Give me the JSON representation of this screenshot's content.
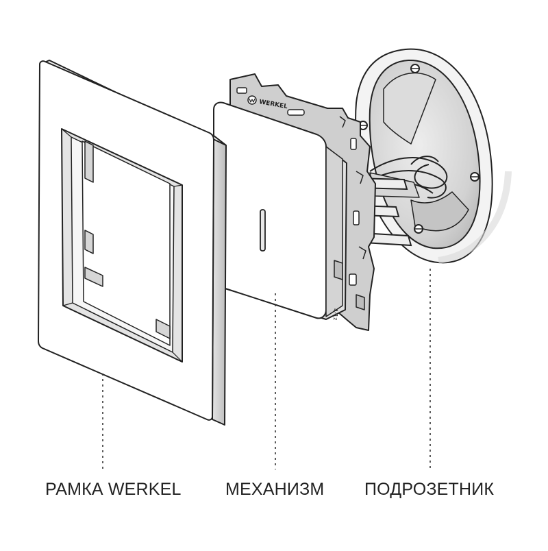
{
  "labels": {
    "frame": "РАМКА WERKEL",
    "mechanism": "МЕХАНИЗМ",
    "box": "ПОДРОЗЕТНИК"
  },
  "mechanism_brand": "WERKEL",
  "mechanism_mark": "4-1z",
  "colors": {
    "outline": "#222222",
    "part_fill": "#ffffff",
    "shade_light": "#e6e6e6",
    "shade_mid": "#cfcfcf",
    "shade_dark": "#a8a8a8",
    "label_text": "#222222"
  },
  "icons": [
    "brand-logo-icon",
    "screw-icon"
  ]
}
